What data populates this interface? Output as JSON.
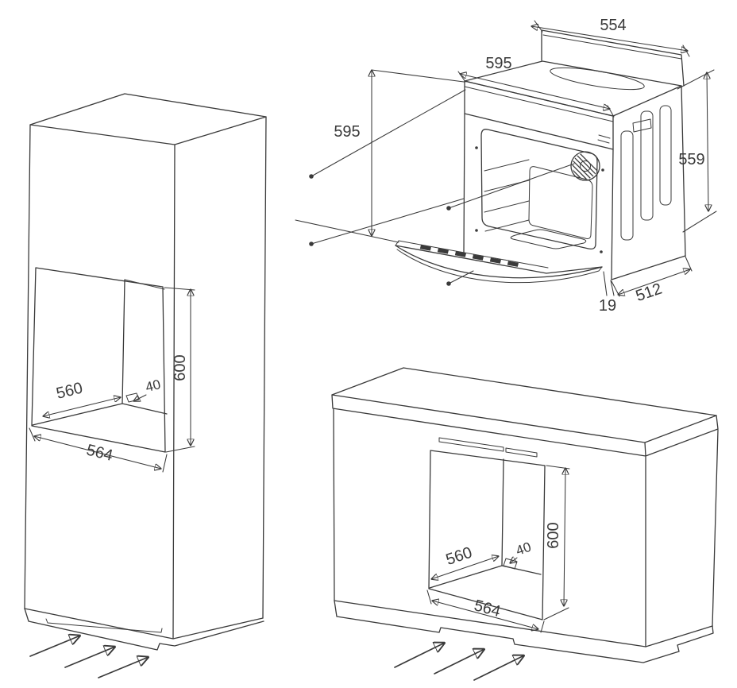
{
  "page": {
    "background": "#ffffff",
    "line_color": "#3a3a3a",
    "text_color": "#3a3a3a"
  },
  "oven_view": {
    "labels": {
      "back_width": "554",
      "front_width": "595",
      "front_height": "595",
      "body_height": "559",
      "body_depth": "512",
      "front_overhang": "19"
    }
  },
  "tall_cabinet_view": {
    "labels": {
      "niche_height": "600",
      "niche_depth": "560",
      "rear_gap": "40",
      "niche_front_width": "564"
    }
  },
  "base_cabinet_view": {
    "labels": {
      "niche_height": "600",
      "niche_depth": "560",
      "rear_gap": "40",
      "niche_front_width": "564"
    }
  }
}
